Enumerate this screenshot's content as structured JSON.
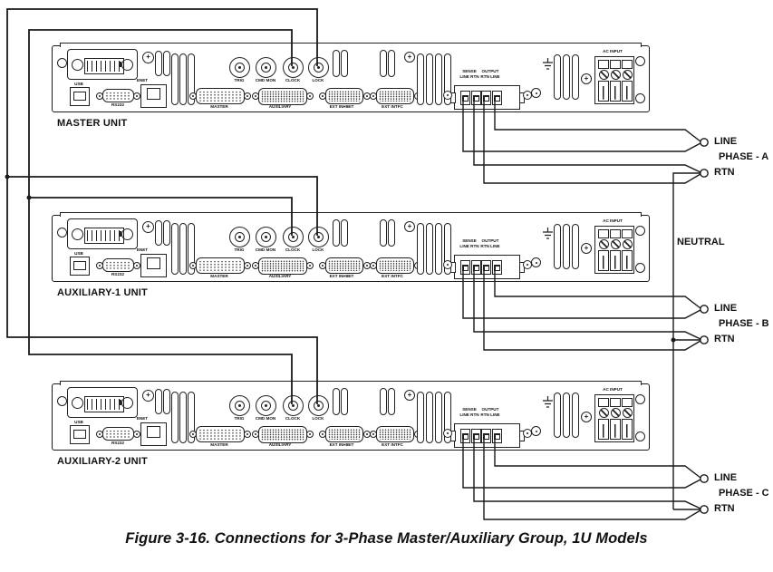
{
  "figure": {
    "caption": "Figure 3-16. Connections for 3-Phase Master/Auxiliary Group, 1U Models"
  },
  "bus_labels": {
    "neutral": "NEUTRAL"
  },
  "panel": {
    "usb": "USB",
    "rs232": "RS232",
    "enet": "ENET",
    "bnc_labels": [
      "TRIG",
      "CMD MON",
      "CLOCK",
      "LOCK"
    ],
    "db_labels": {
      "master": "MASTER",
      "auxiliary": "AUXILIARY",
      "ext_inhibit": "EXT INHIBIT",
      "ext_intfc": "EXT INTFC"
    },
    "io_block": {
      "sense_title": "SENSE",
      "sense_cols": "LINE RTN",
      "output_title": "OUTPUT",
      "output_cols": "RTN LINE"
    },
    "ac_input": "AC INPUT"
  },
  "units": [
    {
      "name": "MASTER UNIT",
      "line": "LINE",
      "phase": "PHASE - A",
      "rtn": "RTN"
    },
    {
      "name": "AUXILIARY-1 UNIT",
      "line": "LINE",
      "phase": "PHASE - B",
      "rtn": "RTN"
    },
    {
      "name": "AUXILIARY-2 UNIT",
      "line": "LINE",
      "phase": "PHASE - C",
      "rtn": "RTN"
    }
  ],
  "colors": {
    "wire": "#1a1a1a",
    "panel_line": "#222222"
  }
}
